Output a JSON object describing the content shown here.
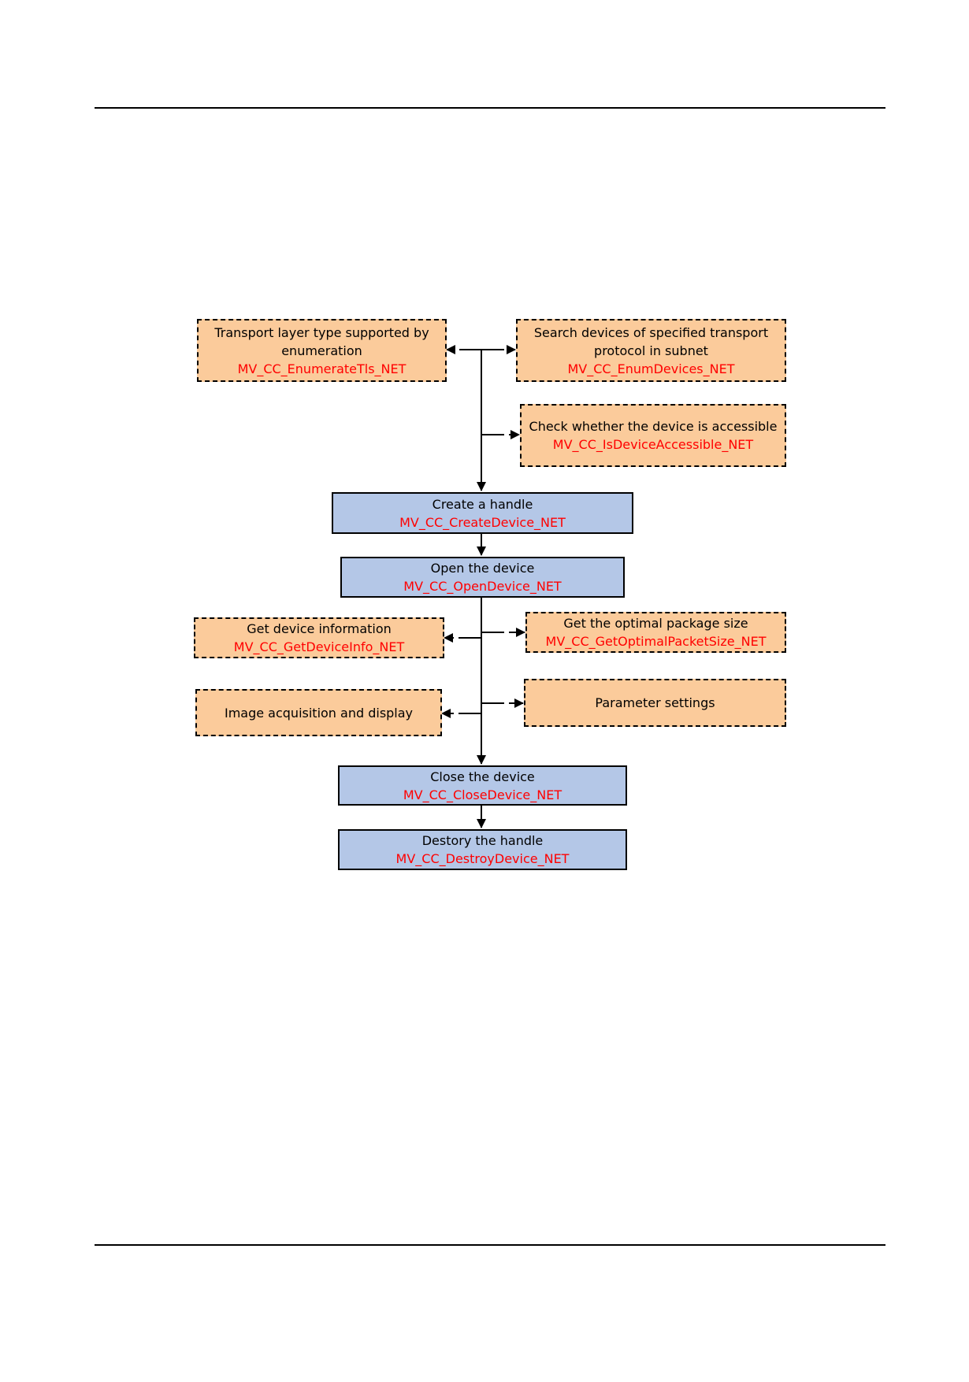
{
  "diagram": {
    "optional_steps": [
      {
        "id": "enum-tls",
        "label": "Transport layer type supported by enumeration",
        "function": "MV_CC_EnumerateTls_NET"
      },
      {
        "id": "enum-devices",
        "label": "Search devices of specified transport protocol in subnet",
        "function": "MV_CC_EnumDevices_NET"
      },
      {
        "id": "is-accessible",
        "label": "Check whether the device is accessible",
        "function": "MV_CC_IsDeviceAccessible_NET"
      },
      {
        "id": "get-info",
        "label": "Get device information",
        "function": "MV_CC_GetDeviceInfo_NET"
      },
      {
        "id": "optimal-packet",
        "label": "Get the optimal package size",
        "function": "MV_CC_GetOptimalPacketSize_NET"
      },
      {
        "id": "image-acq",
        "label": "Image acquisition and display",
        "function": ""
      },
      {
        "id": "params",
        "label": "Parameter settings",
        "function": ""
      }
    ],
    "main_steps": [
      {
        "id": "create",
        "label": "Create a handle",
        "function": "MV_CC_CreateDevice_NET"
      },
      {
        "id": "open",
        "label": "Open the device",
        "function": "MV_CC_OpenDevice_NET"
      },
      {
        "id": "close",
        "label": "Close the device",
        "function": "MV_CC_CloseDevice_NET"
      },
      {
        "id": "destroy",
        "label": "Destory the handle",
        "function": "MV_CC_DestroyDevice_NET"
      }
    ],
    "colors": {
      "optional_fill": "#FBCB9B",
      "main_fill": "#B4C7E7",
      "function_text": "#FF0000",
      "line": "#000000"
    }
  }
}
